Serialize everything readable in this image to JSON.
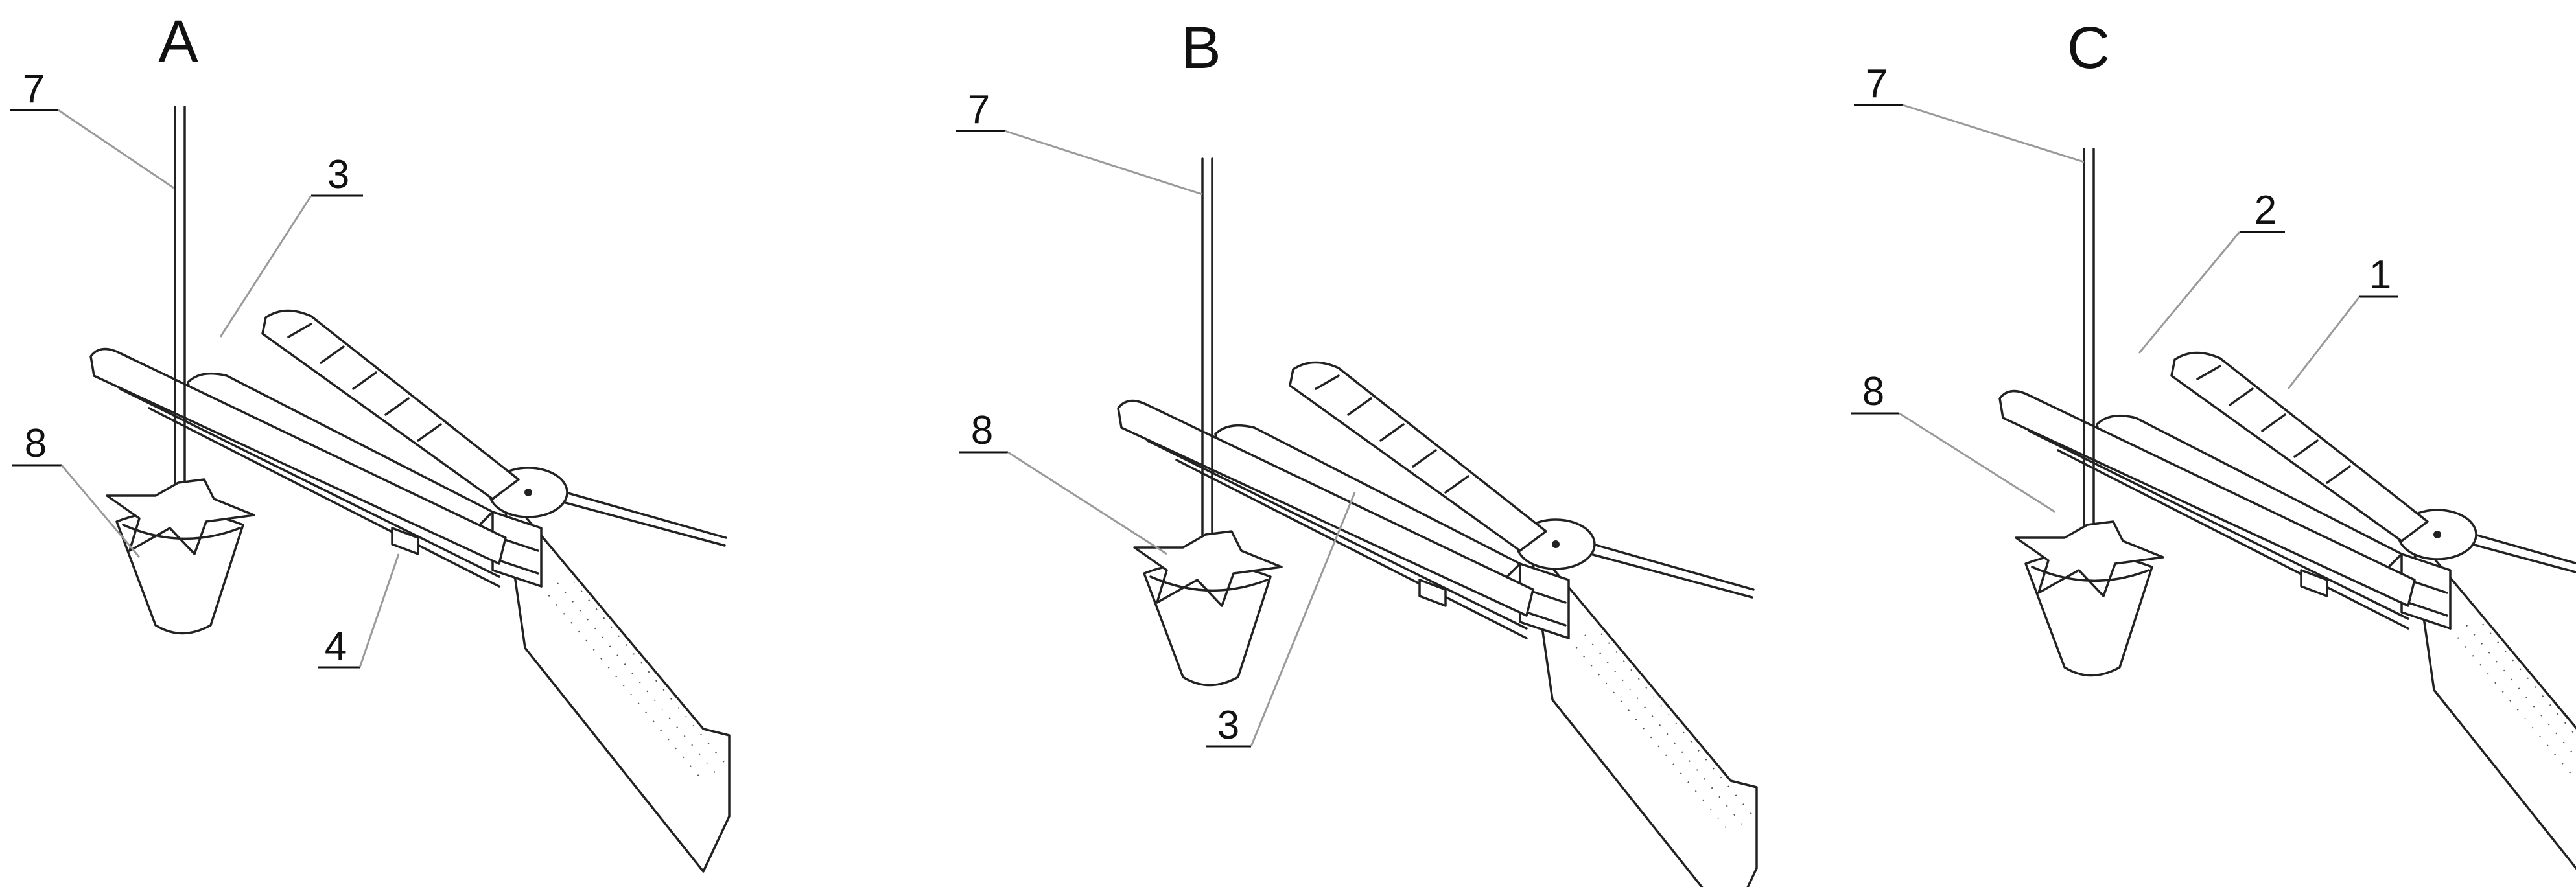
{
  "panels": [
    {
      "letter": "A",
      "callouts": [
        "7",
        "3",
        "8",
        "4"
      ]
    },
    {
      "letter": "B",
      "callouts": [
        "7",
        "8",
        "3"
      ]
    },
    {
      "letter": "C",
      "callouts": [
        "7",
        "2",
        "1",
        "8"
      ]
    }
  ]
}
